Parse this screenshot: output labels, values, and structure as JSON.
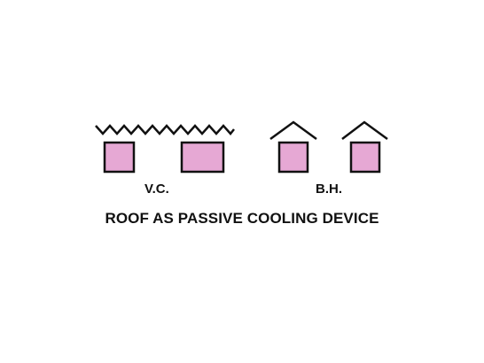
{
  "labels": {
    "vc": "V.C.",
    "bh": "B.H."
  },
  "caption": "ROOF AS PASSIVE COOLING DEVICE",
  "colors": {
    "room_fill": "#e6a8d4",
    "stroke": "#111111",
    "background": "#ffffff"
  }
}
